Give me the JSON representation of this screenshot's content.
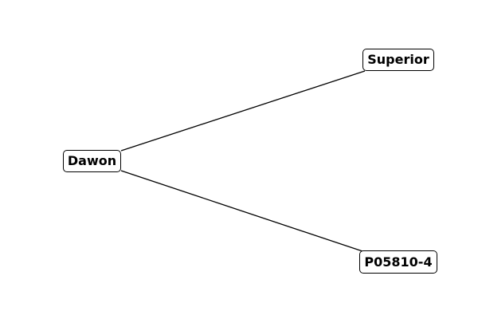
{
  "diagram": {
    "nodes": [
      {
        "id": "root",
        "label": "Dawon"
      },
      {
        "id": "top",
        "label": "Superior"
      },
      {
        "id": "bottom",
        "label": "P05810-4"
      }
    ],
    "edges": [
      {
        "from": "root",
        "to": "top"
      },
      {
        "from": "root",
        "to": "bottom"
      }
    ],
    "colors": {
      "line": "#000000",
      "node_fill": "#ffffff",
      "node_border": "#000000",
      "text": "#000000"
    }
  }
}
